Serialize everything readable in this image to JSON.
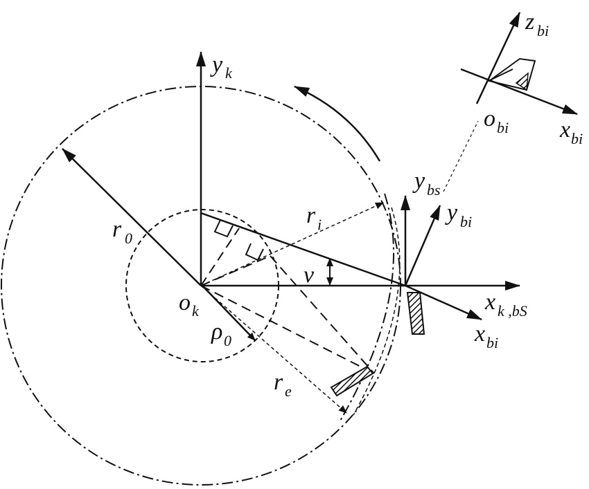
{
  "labels": {
    "yk_main": "y",
    "yk_sub": "k",
    "ybs_main": "y",
    "ybs_sub": "bs",
    "ybi_main": "y",
    "ybi_sub": "bi",
    "zbi_main": "z",
    "zbi_sub": "bi",
    "obi_main": "o",
    "obi_sub": "bi",
    "xbi_top_main": "x",
    "xbi_top_sub": "bi",
    "ok_main": "o",
    "ok_sub": "k",
    "r0_main": "r",
    "r0_sub": "0",
    "ri_main": "r",
    "ri_sub": "i",
    "nu": "ν",
    "xk_main": "x",
    "xk_sub": "k ,bS",
    "xbi_main": "x",
    "xbi_sub": "bi",
    "rho_main": "ρ",
    "rho_sub": "0",
    "re_main": "r",
    "re_sub": "e"
  },
  "colors": {
    "ink": "#111111",
    "hatch": "#333333",
    "background": "#ffffff"
  }
}
